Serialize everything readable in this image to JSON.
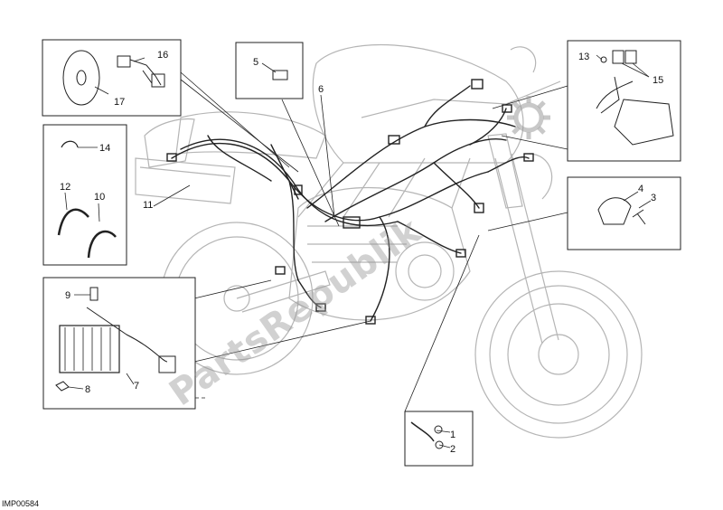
{
  "figure_code": "IMP00584",
  "watermark": "PartsRepublik",
  "callouts": {
    "c1": "1",
    "c2": "2",
    "c3": "3",
    "c4": "4",
    "c5": "5",
    "c6": "6",
    "c7": "7",
    "c8": "8",
    "c9": "9",
    "c10": "10",
    "c11": "11",
    "c12": "12",
    "c13": "13",
    "c14": "14",
    "c15": "15",
    "c16": "16",
    "c17": "17"
  },
  "colors": {
    "line": "#222222",
    "ghost": "#b5b5b5",
    "watermark": "#9a9a9a"
  }
}
